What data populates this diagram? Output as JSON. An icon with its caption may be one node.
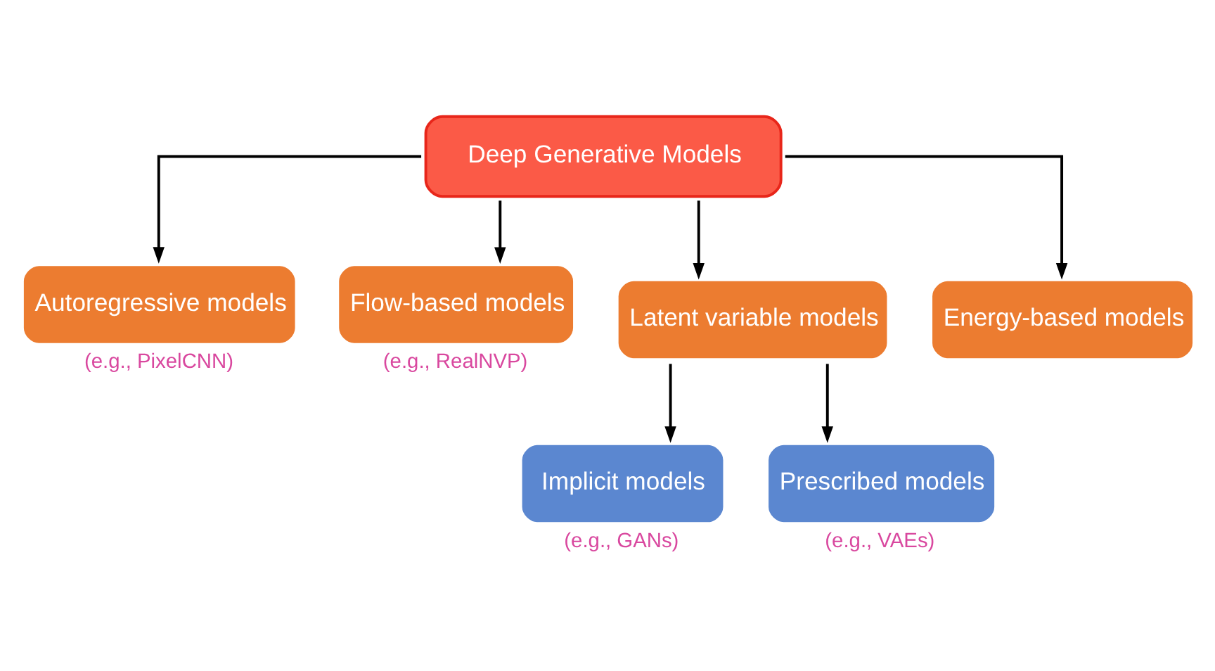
{
  "diagram": {
    "nodes": [
      {
        "text": [
          "Deep Generative Models"
        ]
      },
      {
        "text": [
          "Autoregressive models"
        ],
        "beside": [
          "(e.g., PixelCNN)"
        ]
      },
      {
        "text": [
          "Flow-based models"
        ],
        "beside": [
          "(e.g., RealNVP)"
        ]
      },
      {
        "text": [
          "Latent variable models"
        ]
      },
      {
        "text": [
          "Energy-based models"
        ]
      },
      {
        "text": [
          "Implicit models"
        ],
        "beside": [
          "(e.g., GANs)"
        ]
      },
      {
        "text": [
          "Prescribed models"
        ],
        "beside": [
          "(e.g., VAEs)"
        ]
      }
    ],
    "edges": [
      {
        "from": 0,
        "to": 1,
        "arrow": "to"
      },
      {
        "from": 0,
        "to": 2,
        "arrow": "to"
      },
      {
        "from": 0,
        "to": 3,
        "arrow": "to"
      },
      {
        "from": 0,
        "to": 4,
        "arrow": "to"
      },
      {
        "from": 3,
        "to": 5,
        "arrow": "to"
      },
      {
        "from": 3,
        "to": 6,
        "arrow": "to"
      }
    ]
  }
}
